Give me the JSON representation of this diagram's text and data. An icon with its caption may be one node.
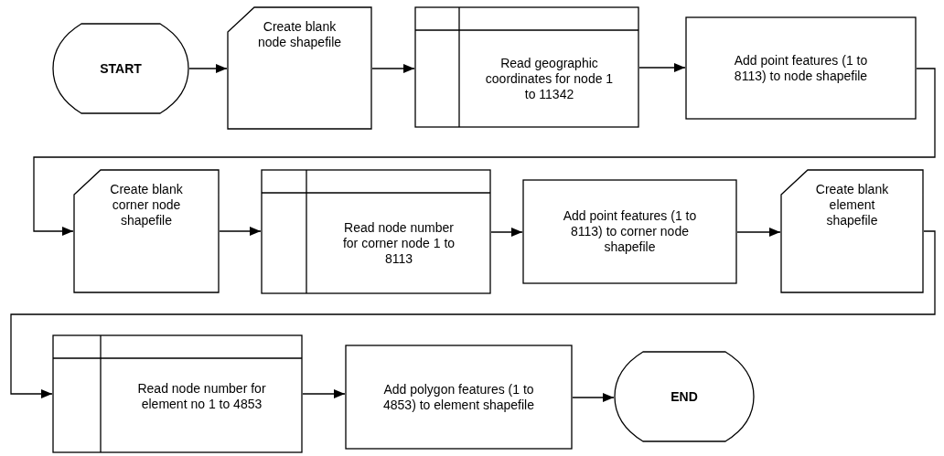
{
  "diagram": {
    "nodes": [
      {
        "text": [
          "START"
        ]
      },
      {
        "text": [
          "Create blank node shapefile"
        ]
      },
      {
        "text": [
          "Read geographic coordinates for node 1 to 11342"
        ]
      },
      {
        "text": [
          "Add point features (1 to 8113)  to node shapefile"
        ]
      },
      {
        "text": [
          "Create blank corner node shapefile"
        ]
      },
      {
        "text": [
          "Read node number for corner node 1 to 8113"
        ]
      },
      {
        "text": [
          "Add point features (1 to 8113)  to corner node shapefile"
        ]
      },
      {
        "text": [
          "Create blank element shapefile"
        ]
      },
      {
        "text": [
          "Read node number for element no 1 to 4853"
        ]
      },
      {
        "text": [
          "Add polygon features (1 to 4853) to element shapefile"
        ]
      },
      {
        "text": [
          "END"
        ]
      }
    ],
    "edges": [
      {
        "from": 0,
        "to": 1,
        "arrow": "to"
      },
      {
        "from": 1,
        "to": 2,
        "arrow": "to"
      },
      {
        "from": 2,
        "to": 3,
        "arrow": "to"
      },
      {
        "from": 3,
        "to": 4,
        "arrow": "to"
      },
      {
        "from": 4,
        "to": 5,
        "arrow": "to"
      },
      {
        "from": 5,
        "to": 6,
        "arrow": "to"
      },
      {
        "from": 6,
        "to": 7,
        "arrow": "to"
      },
      {
        "from": 7,
        "to": 8,
        "arrow": "to"
      },
      {
        "from": 8,
        "to": 9,
        "arrow": "to"
      },
      {
        "from": 9,
        "to": 10,
        "arrow": "to"
      }
    ]
  }
}
